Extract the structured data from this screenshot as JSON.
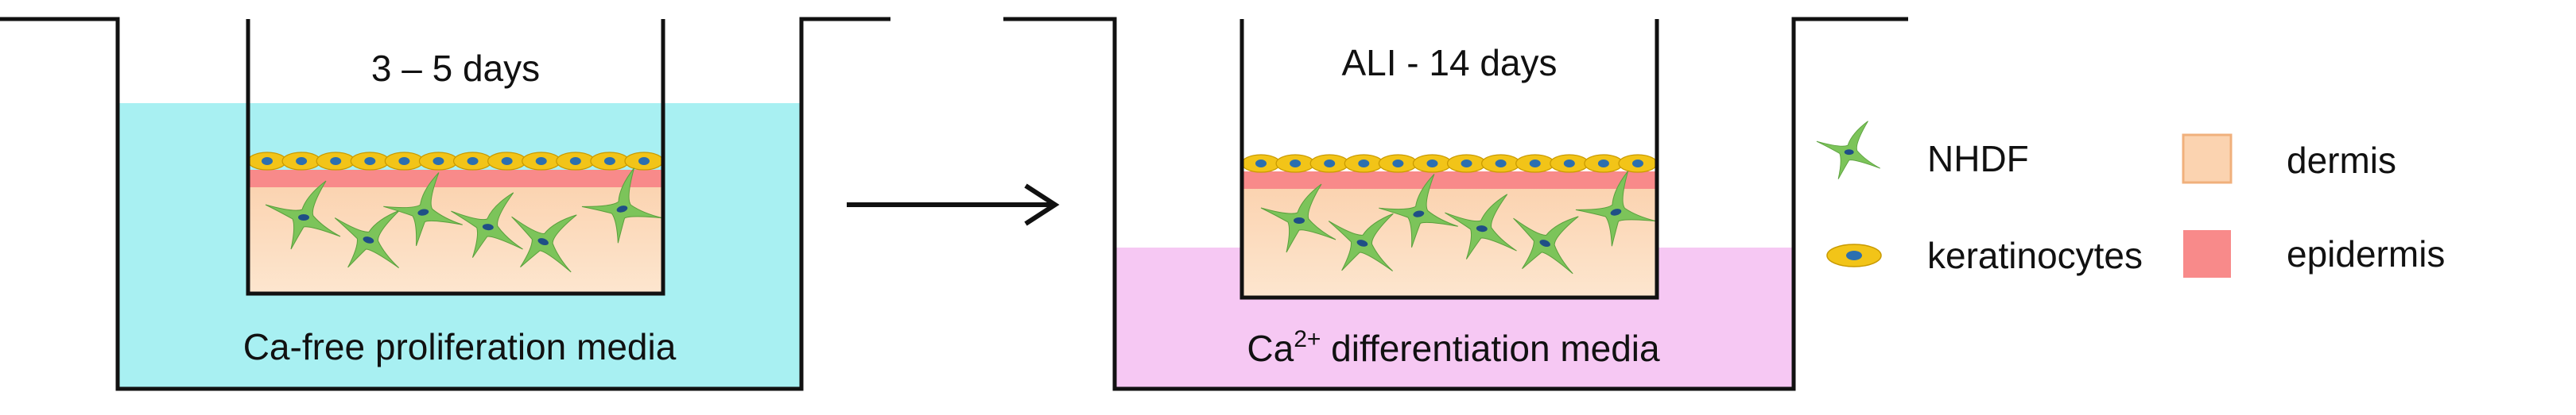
{
  "panel_1": {
    "duration_label": "3 – 5 days",
    "media_label": "Ca-free proliferation media"
  },
  "panel_2": {
    "duration_label": "ALI - 14 days",
    "media_prefix": "Ca",
    "media_superscript": "2+",
    "media_suffix": " differentiation media"
  },
  "legend": {
    "nhdf_label": "NHDF",
    "keratinocytes_label": "keratinocytes",
    "dermis_label": "dermis",
    "epidermis_label": "epidermis"
  },
  "colors": {
    "proliferation_media": "#a8f0f2",
    "differentiation_media": "#f6c8f3",
    "dermis": "#fbd3b0",
    "epidermis": "#f88a8a",
    "keratinocyte_body": "#f2c418",
    "keratinocyte_nucleus": "#2b6fb0",
    "fibroblast": "#7cc45a",
    "fibroblast_nucleus": "#1f4f86",
    "outline": "#111111"
  }
}
